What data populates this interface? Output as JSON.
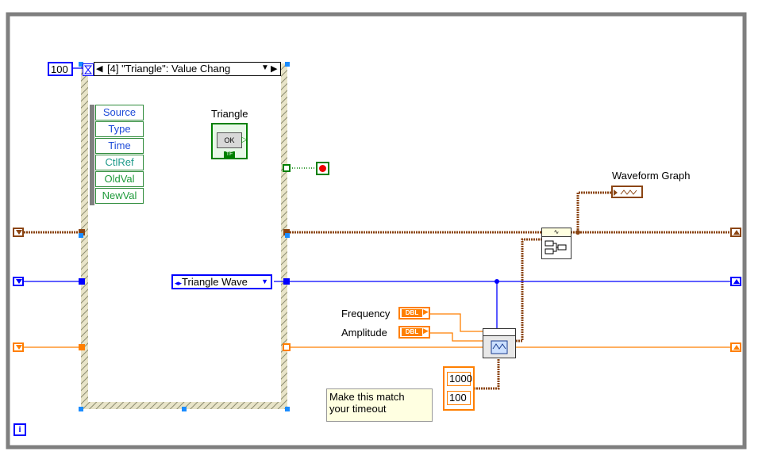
{
  "timeout_constant": "100",
  "event_case": {
    "selector_label": "[4] \"Triangle\": Value Chang",
    "event_data_nodes": [
      "Source",
      "Type",
      "Time",
      "CtlRef",
      "OldVal",
      "NewVal"
    ]
  },
  "triangle_button": {
    "label": "Triangle",
    "text": "OK",
    "badge": "TF"
  },
  "enum_constant": {
    "value": "Triangle Wave"
  },
  "waveform_graph": {
    "label": "Waveform Graph"
  },
  "inputs": [
    {
      "label": "Frequency",
      "type": "DBL"
    },
    {
      "label": "Amplitude",
      "type": "DBL"
    }
  ],
  "array_constant": {
    "values": [
      "1000",
      "100"
    ]
  },
  "comment": {
    "lines": [
      "Make this match",
      "your timeout"
    ]
  },
  "loop_iteration_label": "i",
  "colors": {
    "numeric_orange": "#ff7f00",
    "enum_blue": "#0000ff",
    "cluster_brown": "#8b4513",
    "bool_green": "#008000",
    "frame": "#7f7f7f"
  }
}
